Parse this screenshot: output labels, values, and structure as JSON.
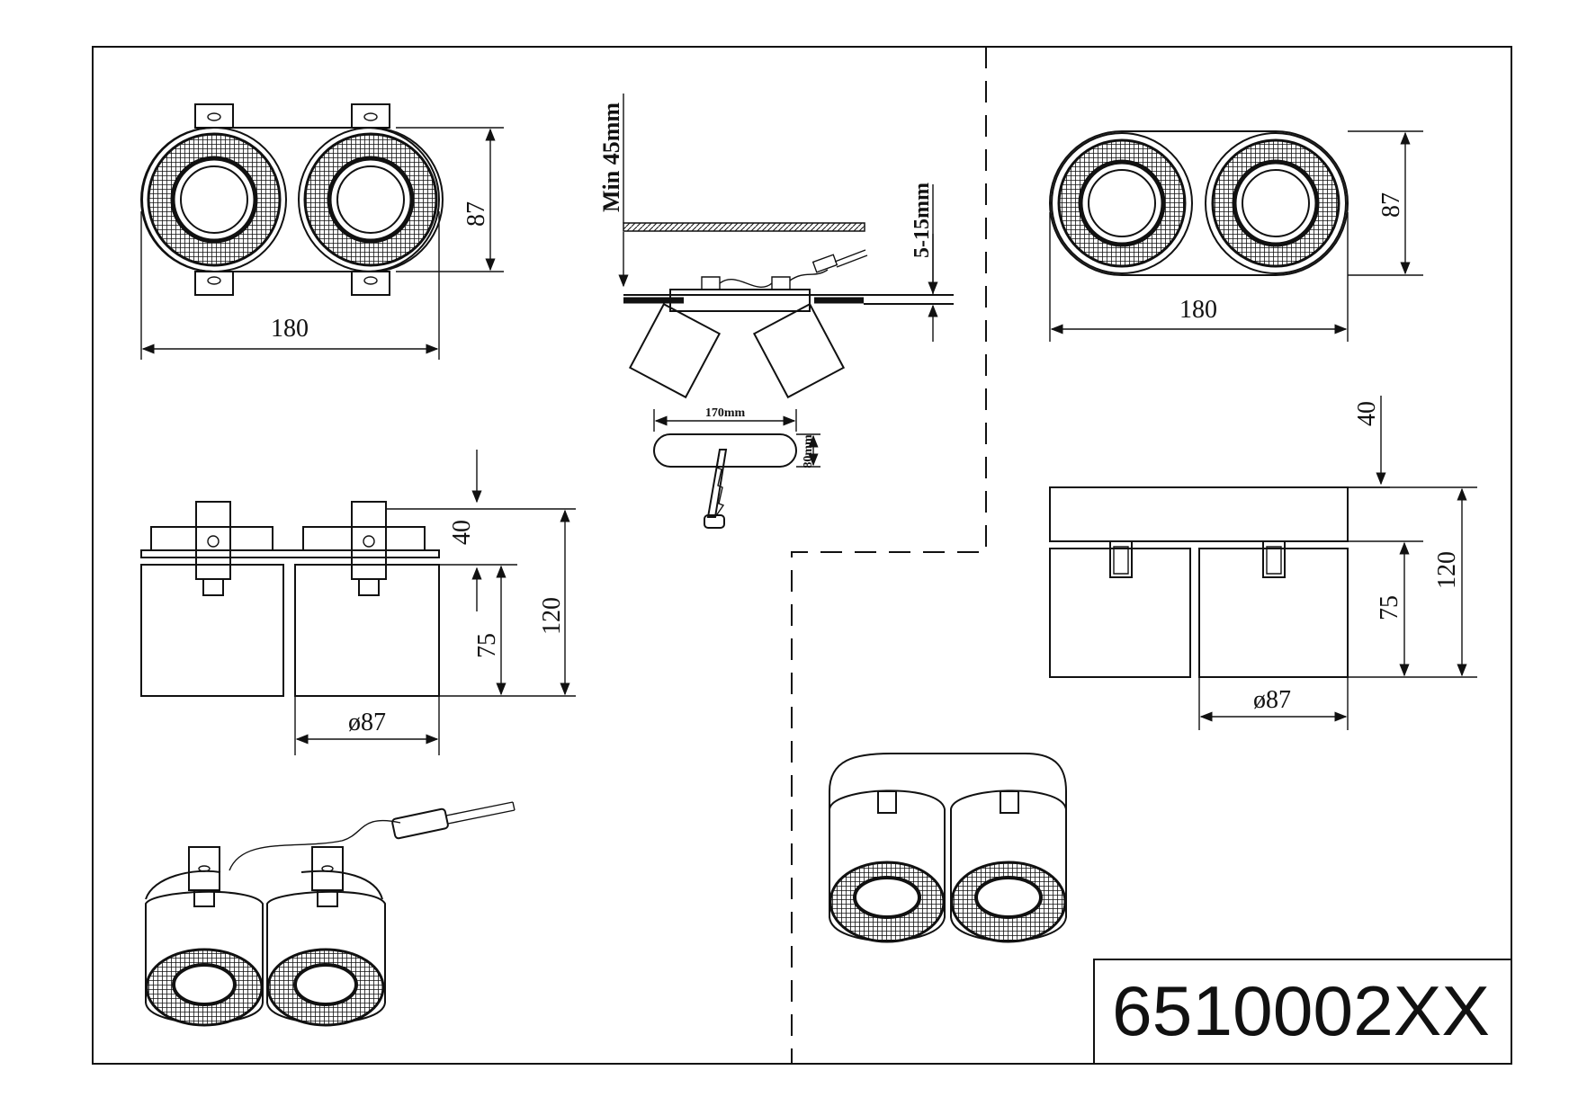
{
  "product_code": "6510002XX",
  "recessed_version": {
    "top_view": {
      "width_label": "180",
      "height_label": "87"
    },
    "side_view": {
      "height_label": "120",
      "body_label": "75",
      "flange_label": "40",
      "diameter_label": "ø87"
    }
  },
  "installation": {
    "ceiling_clearance_label": "Min 45mm",
    "ceiling_thickness_label": "5-15mm",
    "cutout_length_label": "170mm",
    "cutout_width_label": "80mm"
  },
  "surface_version": {
    "top_view": {
      "width_label": "180",
      "height_label": "87"
    },
    "side_view": {
      "height_label": "120",
      "body_label": "75",
      "base_label": "40",
      "diameter_label": "ø87"
    }
  },
  "colors": {
    "line": "#111111",
    "background": "#ffffff"
  }
}
